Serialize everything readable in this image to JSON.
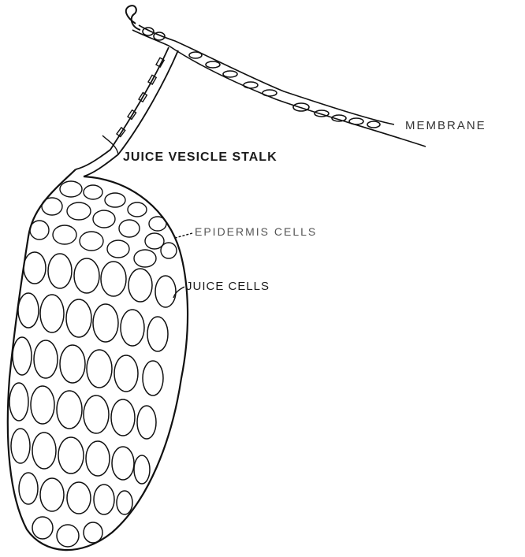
{
  "diagram": {
    "labels": {
      "membrane": "MEMBRANE",
      "stalk": "JUICE VESICLE STALK",
      "epidermis": "EPIDERMIS CELLS",
      "juice_cells": "JUICE CELLS"
    },
    "ink_color": "#111111"
  }
}
